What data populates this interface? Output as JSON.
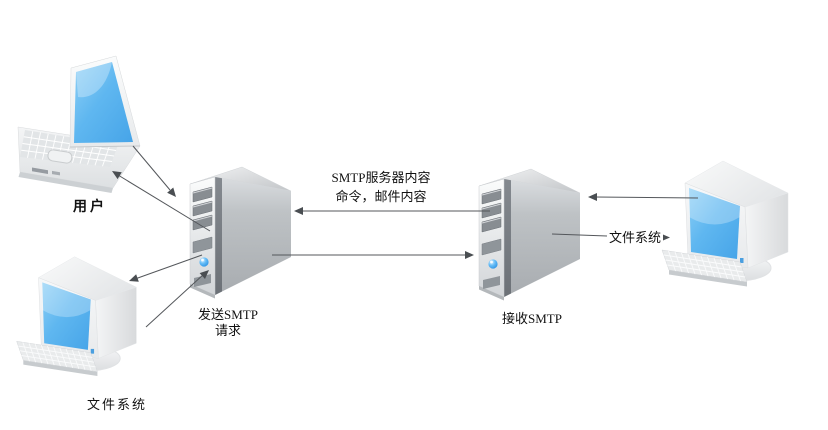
{
  "diagram": {
    "background": "#ffffff",
    "nodes": {
      "user_laptop": {
        "type": "laptop",
        "label": "用户"
      },
      "file_system_left": {
        "type": "desktop-computer",
        "label": "文件系统"
      },
      "send_server": {
        "type": "server-tower",
        "label_line1": "发送SMTP",
        "label_line2": "请求"
      },
      "receive_server": {
        "type": "server-tower",
        "label": "接收SMTP"
      },
      "file_system_right": {
        "type": "desktop-computer"
      }
    },
    "edges": {
      "laptop_to_send_server": {
        "from": "user_laptop",
        "to": "send_server"
      },
      "send_server_to_laptop": {
        "from": "send_server",
        "to": "user_laptop"
      },
      "send_server_to_file_system_left": {
        "from": "send_server",
        "to": "file_system_left"
      },
      "file_system_left_to_send_server": {
        "from": "file_system_left",
        "to": "send_server"
      },
      "receive_to_send_top": {
        "from": "receive_server",
        "to": "send_server",
        "label_line1": "SMTP服务器内容",
        "label_line2": "命令，邮件内容"
      },
      "send_to_receive_bottom": {
        "from": "send_server",
        "to": "receive_server"
      },
      "file_system_right_to_receive": {
        "from": "file_system_right",
        "to": "receive_server"
      },
      "receive_to_file_system_right": {
        "from": "receive_server",
        "to": "file_system_right",
        "label": "文件系统"
      }
    },
    "colors": {
      "screen_blue": "#58b4ee",
      "device_gray": "#b9bdc0",
      "led_blue": "#2d9df0",
      "arrow": "#4e5155",
      "text": "#111111"
    }
  }
}
